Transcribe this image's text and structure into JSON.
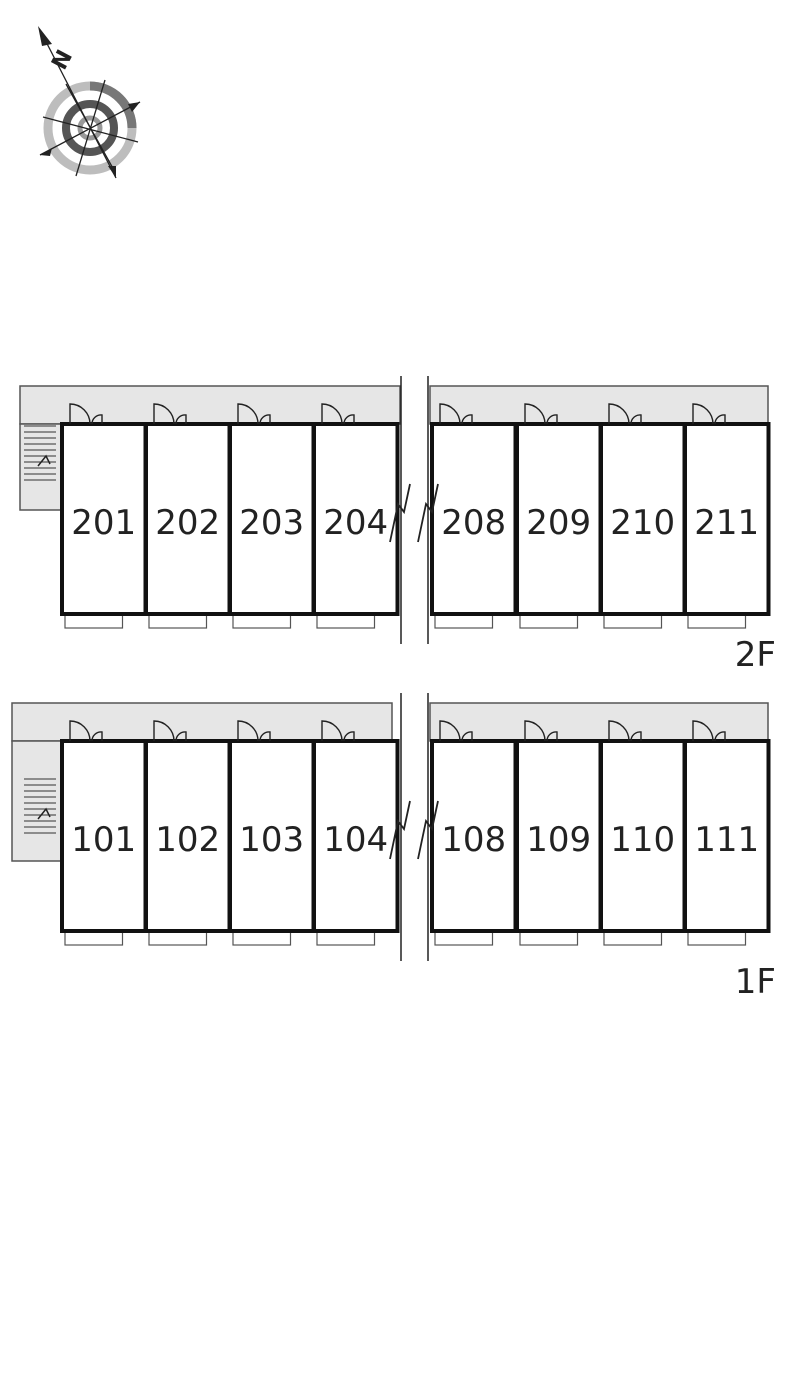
{
  "compass": {
    "north_label": "N",
    "icon": "compass-icon"
  },
  "floors": [
    {
      "label": "2F",
      "left_rooms": [
        "201",
        "202",
        "203",
        "204"
      ],
      "right_rooms": [
        "208",
        "209",
        "210",
        "211"
      ]
    },
    {
      "label": "1F",
      "left_rooms": [
        "101",
        "102",
        "103",
        "104"
      ],
      "right_rooms": [
        "108",
        "109",
        "110",
        "111"
      ]
    }
  ],
  "colors": {
    "wall": "#111111",
    "corridor": "#e6e6e6",
    "ink": "#222222"
  }
}
